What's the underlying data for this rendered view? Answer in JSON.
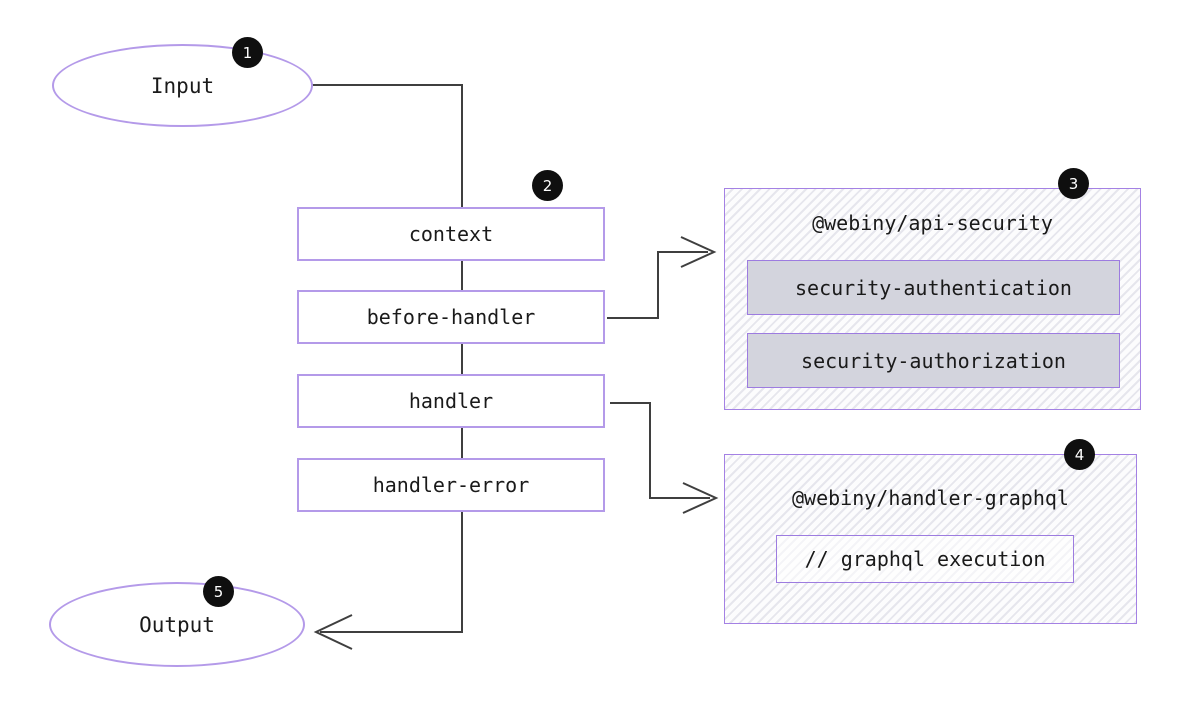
{
  "nodes": {
    "input": {
      "label": "Input",
      "badge": "1"
    },
    "pipeline": {
      "badge": "2",
      "steps": [
        "context",
        "before-handler",
        "handler",
        "handler-error"
      ]
    },
    "api_security": {
      "badge": "3",
      "title": "@webiny/api-security",
      "plugins": [
        "security-authentication",
        "security-authorization"
      ]
    },
    "handler_graphql": {
      "badge": "4",
      "title": "@webiny/handler-graphql",
      "plugins": [
        "// graphql execution"
      ]
    },
    "output": {
      "label": "Output",
      "badge": "5"
    }
  },
  "colors": {
    "node_border_purple": "#b49ae9",
    "container_border_purple": "#a481e4",
    "plugin_fill_gray": "#d3d4dd",
    "hatch_stripe": "#e6e6ed",
    "connector_line": "#3f3f3f",
    "badge_background": "#0f0f0f",
    "badge_text": "#ffffff",
    "text": "#1a1a1a"
  }
}
